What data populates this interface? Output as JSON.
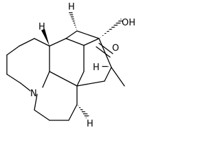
{
  "molecule": {
    "atoms": {
      "nitrogen": "N",
      "hydroxyl": "OH",
      "carbonyl_oxygen": "O",
      "hydrogen_top": "H",
      "hydrogen_upper_left": "H",
      "hydrogen_bottom": "H",
      "hydrogen_right": "H"
    }
  }
}
